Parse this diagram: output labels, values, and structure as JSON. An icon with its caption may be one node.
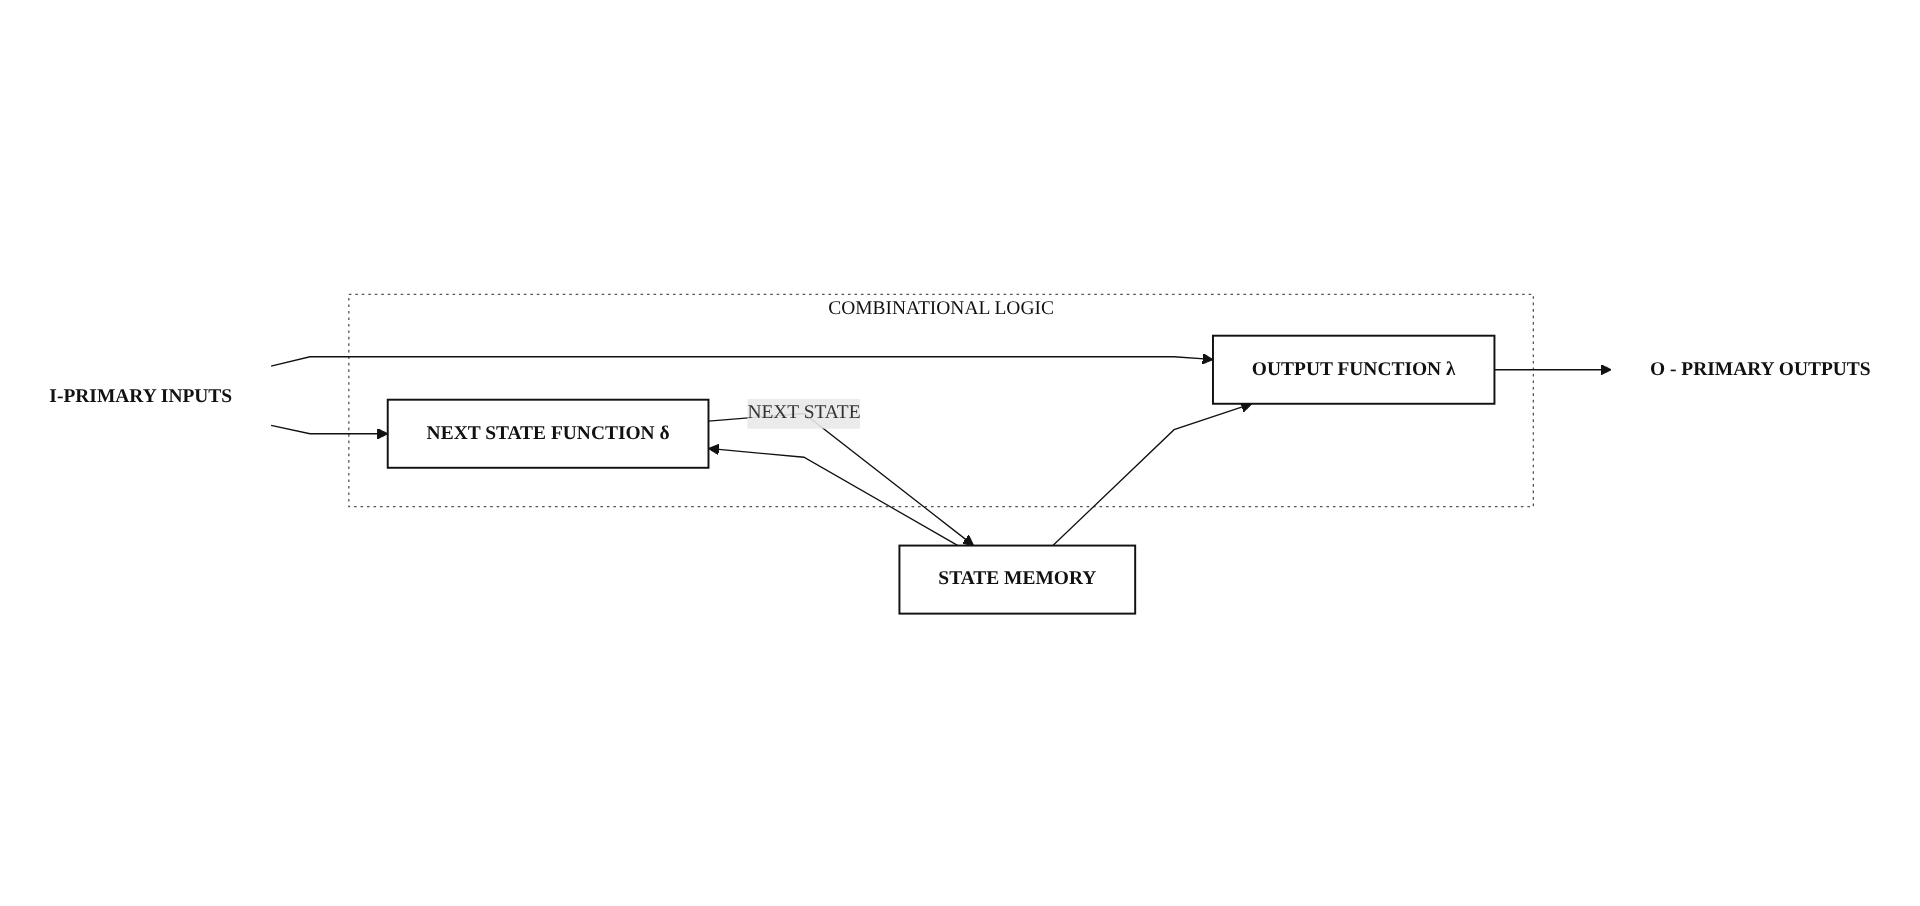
{
  "diagram": {
    "nodes": [
      {
        "text": [
          "COMBINATIONAL LOGIC"
        ]
      },
      {
        "text": [
          "OUTPUT FUNCTION λ"
        ],
        "in": 0
      },
      {
        "text": [
          "NEXT STATE FUNCTION δ"
        ],
        "in": 0
      },
      {
        "text": [
          "STATE MEMORY"
        ]
      },
      {
        "text": [
          "I-PRIMARY INPUTS"
        ]
      },
      {
        "text": [
          "O - PRIMARY OUTPUTS"
        ]
      }
    ],
    "edges": [
      {
        "from": 4,
        "to": 1,
        "arrow": "to"
      },
      {
        "from": 4,
        "to": 2,
        "arrow": "to"
      },
      {
        "from": 1,
        "to": 5,
        "arrow": "to"
      },
      {
        "from": 2,
        "to": 3,
        "label": "NEXT STATE",
        "arrow": "to"
      },
      {
        "from": 3,
        "to": 1,
        "arrow": "to"
      },
      {
        "from": 3,
        "to": 2,
        "arrow": "to"
      }
    ]
  }
}
